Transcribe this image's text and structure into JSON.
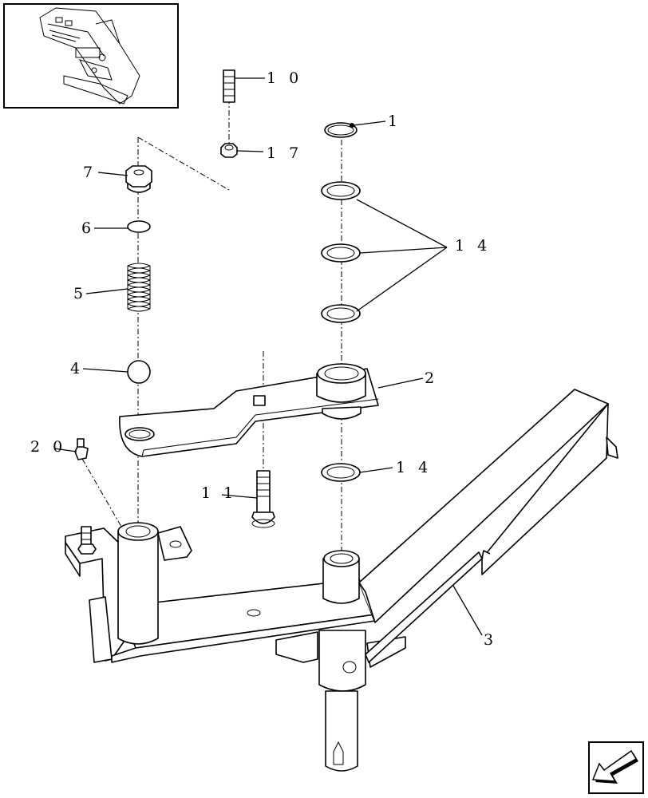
{
  "callouts": {
    "c1": "1",
    "c2": "2",
    "c3": "3",
    "c4": "4",
    "c5": "5",
    "c6": "6",
    "c7": "7",
    "c10": "1 0",
    "c11": "1 1",
    "c14a": "1 4",
    "c14b": "1 4",
    "c17": "1 7",
    "c20": "2 0"
  },
  "icons": {
    "nav_arrow": "return-arrow-icon",
    "locator": "locator-thumbnail"
  }
}
